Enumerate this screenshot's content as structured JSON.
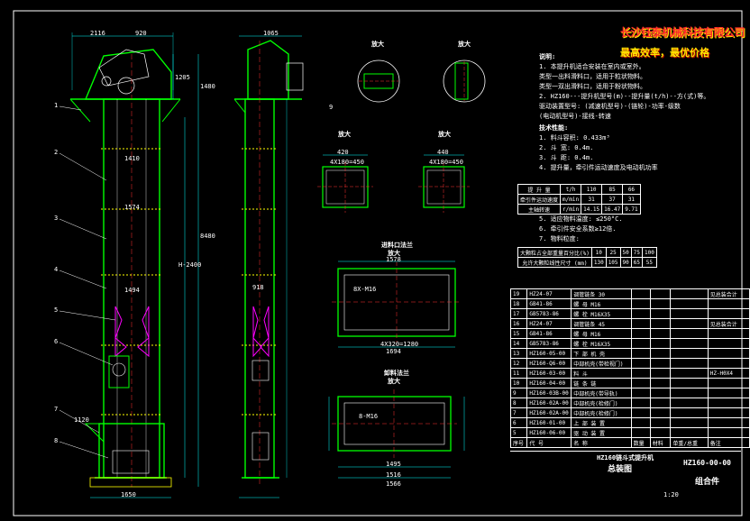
{
  "banner": {
    "company": "长沙钰泰机械科技有限公司",
    "slogan": "最高效率，最优价格"
  },
  "views": {
    "detail_a_top": "放大",
    "detail_b_top": "放大",
    "detail_c": "放大",
    "detail_d": "放大",
    "inlet_title": "进料口法兰",
    "inlet_sub": "放大",
    "outlet_title": "卸料法兰",
    "outlet_sub": "放大"
  },
  "dims": {
    "d2116": "2116",
    "d920": "920",
    "d1065": "1065",
    "d1205": "1205",
    "d1480": "1480",
    "d1574": "1574",
    "d1410": "1410",
    "h8480": "8480",
    "h2400": "H-2400",
    "d1494a": "1494",
    "d1578": "1578",
    "d1694": "1694",
    "d1650": "1650",
    "d1120": "1120",
    "d918": "918",
    "d420": "420",
    "d440": "440",
    "bolt_a": "4X180=450",
    "bolt_b": "4X180=450",
    "inlet_hole": "8X-M16",
    "outlet_hole": "8-M16",
    "flange_bolts": "4X320=1280",
    "d1495": "1495",
    "d1516": "1516",
    "d1566": "1566"
  },
  "notes": {
    "title": "说明:",
    "lines": [
      "1. 本提升机适合安装在室内或室外。",
      "   类型一出料滑料口，适用于粒状物料。",
      "   类型一双出滑料口，适用于粉状物料。",
      "2. HZ160---提升机型号(m)--提升量(t/h)--方(式)等。",
      "   驱动装置型号: (减速机型号)-(链轮)-功率-级数",
      "             (电动机型号)-接线-转速"
    ],
    "tech_title": "技术性能:",
    "tech_lines": [
      "1. 料斗容积: 0.433m³",
      "2. 斗  宽: 0.4m.",
      "3. 斗  距: 0.4m.",
      "4. 提升量，牵引件运动速度及电动机功率"
    ],
    "more": [
      "5. 适应物料温度: ≤250°C.",
      "6. 牵引件安全系数≥12倍.",
      "7. 物料粒度:"
    ]
  },
  "tech_table": {
    "rows": [
      [
        "提  升  量",
        "t/h",
        "110",
        "85",
        "66"
      ],
      [
        "牵引件运动速度",
        "m/min",
        "31",
        "37",
        "31"
      ],
      [
        "主轴转速",
        "r/min",
        "14.15",
        "16.47",
        "9.71"
      ]
    ]
  },
  "grain_table": {
    "rows": [
      [
        "大颗粒占全部重量百分比(%)",
        "10",
        "25",
        "50",
        "75",
        "100"
      ],
      [
        "允许大颗粒线性尺寸 (mm)",
        "130",
        "105",
        "90",
        "65",
        "55"
      ]
    ]
  },
  "bom": {
    "rows": [
      [
        "19",
        "HZ24-07",
        "调管链条  30",
        "",
        "",
        "",
        "见总装合计"
      ],
      [
        "18",
        "GB41-86",
        "螺  母  M16",
        "",
        "",
        "",
        ""
      ],
      [
        "17",
        "GB5783-86",
        "螺  栓  M16X35",
        "",
        "",
        "",
        ""
      ],
      [
        "16",
        "HZ24-07",
        "调管链条  45",
        "",
        "",
        "",
        "见总装合计"
      ],
      [
        "15",
        "GB41-86",
        "螺  母  M16",
        "",
        "",
        "",
        ""
      ],
      [
        "14",
        "GB5783-86",
        "螺  栓  M16X35",
        "",
        "",
        "",
        ""
      ],
      [
        "13",
        "HZ160-05-00",
        "下  部  机  壳",
        "",
        "",
        "",
        ""
      ],
      [
        "12",
        "HZ160-Q6-00",
        "中部机壳(带检视门)",
        "",
        "",
        "",
        ""
      ],
      [
        "11",
        "HZ160-03-00",
        "料  斗",
        "",
        "",
        "",
        "HZ-H0X4"
      ],
      [
        "10",
        "HZ160-04-00",
        "链  条  链",
        "",
        "",
        "",
        ""
      ],
      [
        "9",
        "HZ160-03B-00",
        "中部机壳(带导轨)",
        "",
        "",
        "",
        ""
      ],
      [
        "8",
        "HZ160-02A-00",
        "中部机壳(检修门)",
        "",
        "",
        "",
        ""
      ],
      [
        "7",
        "HZ160-02A-00",
        "中部机壳(检修门)",
        "",
        "",
        "",
        ""
      ],
      [
        "6",
        "HZ160-01-00",
        "上  部  装  置",
        "",
        "",
        "",
        ""
      ],
      [
        "5",
        "HZ160-06-00",
        "驱  动  装  置",
        "",
        "",
        "",
        ""
      ]
    ],
    "header": [
      "序号",
      "代  号",
      "名      称",
      "数量",
      "材料",
      "单重/总重",
      "备注"
    ],
    "product_name": "HZ160链斗式提升机",
    "drawing_type": "总装图",
    "drawing_no": "HZ160-00-00",
    "scale": "1:20",
    "assembly": "组合件"
  },
  "labels": {
    "p1": "1",
    "p2": "2",
    "p3": "3",
    "p4": "4",
    "p5": "5",
    "p6": "6",
    "p7": "7",
    "p8": "8",
    "p9": "9"
  }
}
